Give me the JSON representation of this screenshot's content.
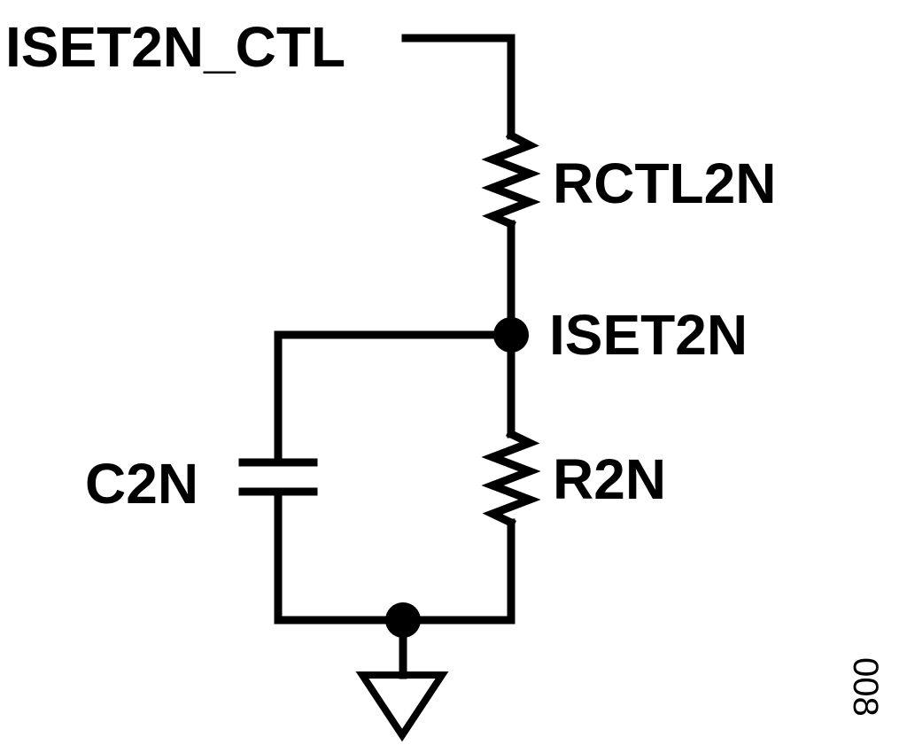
{
  "colors": {
    "ink": "#000000",
    "background": "#ffffff"
  },
  "labels": {
    "control_net": "ISET2N_CTL",
    "control_resistor": "RCTL2N",
    "set_node": "ISET2N",
    "capacitor": "C2N",
    "resistor": "R2N"
  },
  "figure_id": "008",
  "icons": {
    "ground": "ground-icon",
    "junction": "junction-dot-icon",
    "resistor": "resistor-icon",
    "capacitor": "capacitor-icon"
  }
}
